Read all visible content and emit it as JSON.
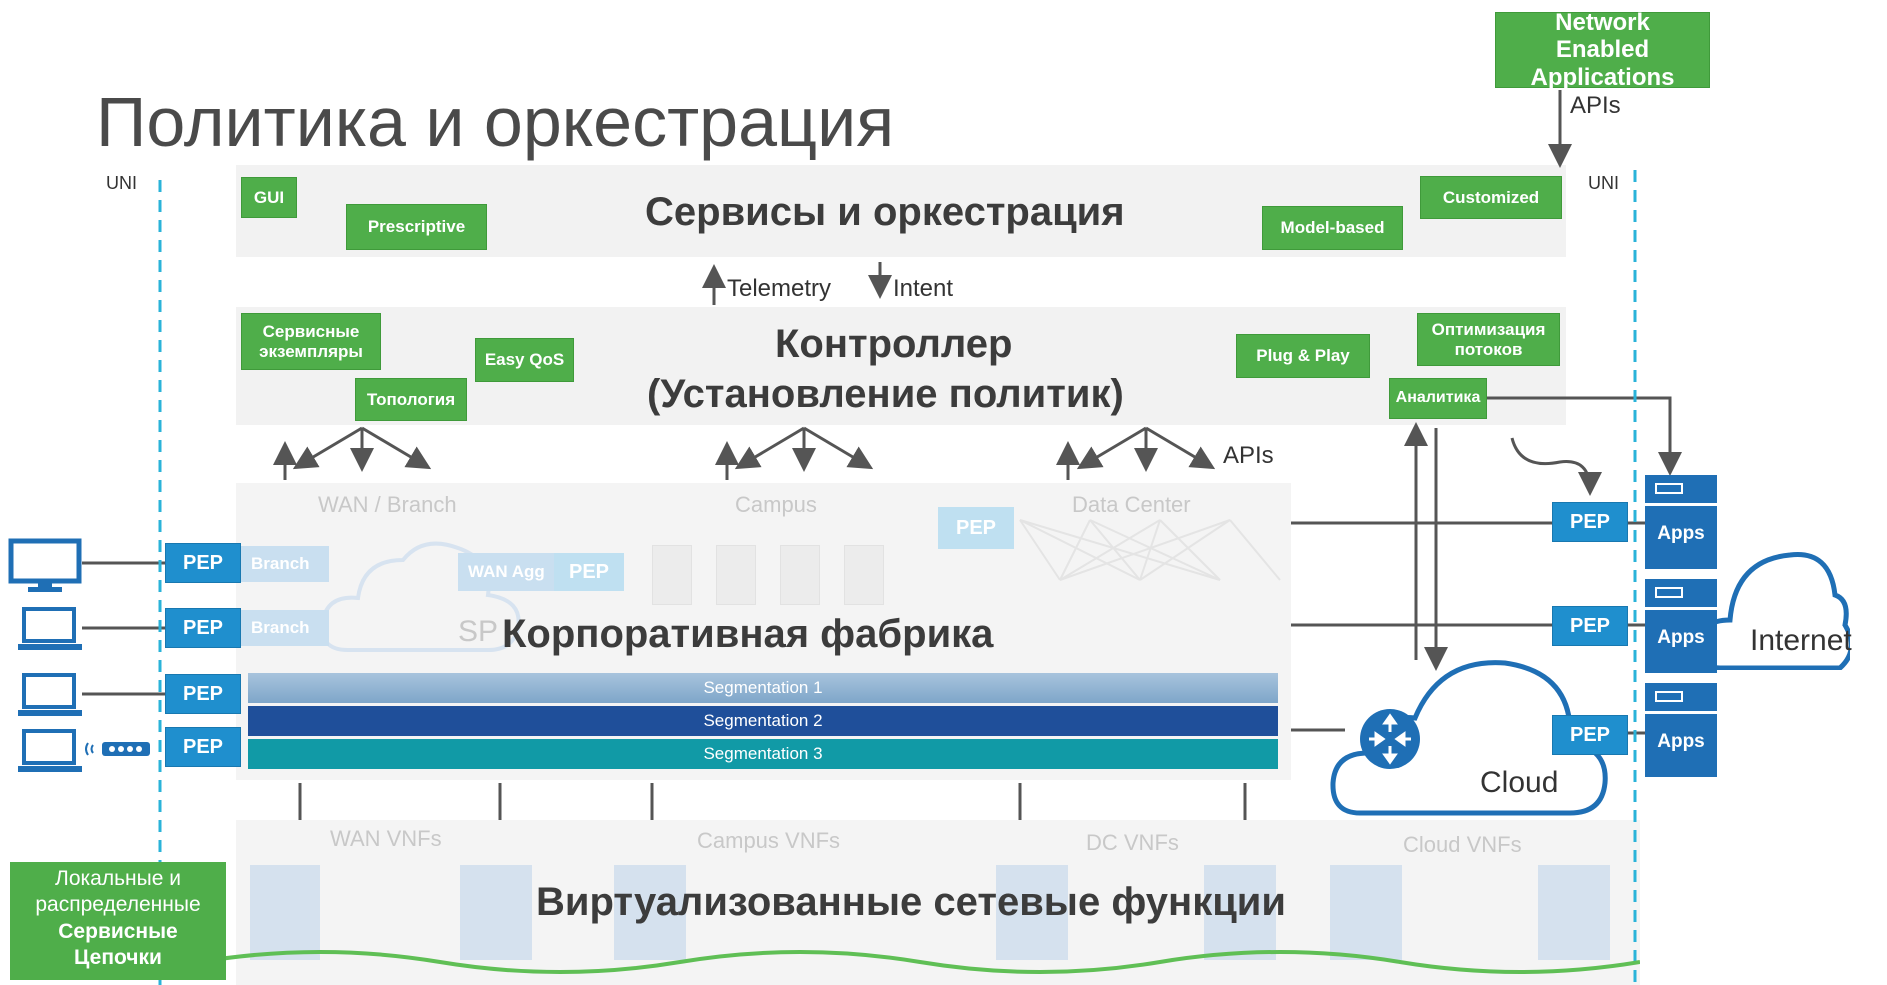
{
  "slide_title": "Политика и оркестрация",
  "top_right_box": "Network Enabled Applications",
  "apis_top": "APIs",
  "uni_left": "UNI",
  "uni_right": "UNI",
  "services_layer": {
    "title": "Сервисы и оркестрация",
    "gui": "GUI",
    "prescriptive": "Prescriptive",
    "model_based": "Model-based",
    "customized": "Customized"
  },
  "telemetry": "Telemetry",
  "intent": "Intent",
  "controller_layer": {
    "title_line1": "Контроллер",
    "title_line2": "(Установление политик)",
    "service_instances": "Сервисные экземпляры",
    "easy_qos": "Easy QoS",
    "topology": "Топология",
    "plug_and_play": "Plug & Play",
    "flow_optimization": "Оптимизация потоков",
    "analytics": "Аналитика"
  },
  "apis_middle": "APIs",
  "fabric": {
    "title": "Корпоративная фабрика",
    "wan_branch": "WAN / Branch",
    "campus": "Campus",
    "data_center": "Data Center",
    "sp": "SP",
    "branch1": "Branch",
    "branch2": "Branch",
    "wan_agg": "WAN Agg",
    "segments": [
      "Segmentation 1",
      "Segmentation 2",
      "Segmentation 3"
    ],
    "segment_colors": [
      "#8fb3d3",
      "#1f4f9a",
      "#119aa6"
    ]
  },
  "pep_label": "PEP",
  "apps_label": "Apps",
  "internet_label": "Internet",
  "cloud_label": "Cloud",
  "vnf_layer": {
    "title": "Виртуализованные сетевые функции",
    "wan_vnfs": "WAN VNFs",
    "campus_vnfs": "Campus VNFs",
    "dc_vnfs": "DC VNFs",
    "cloud_vnfs": "Cloud  VNFs"
  },
  "service_chains": {
    "line1": "Локальные и",
    "line2": "распределенные",
    "line3": "Сервисные",
    "line4": "Цепочки"
  },
  "colors": {
    "green": "#4fae4a",
    "pep_blue": "#1f8fce",
    "apps_blue": "#1f6fb5",
    "uni_dash": "#2ab3d9"
  }
}
